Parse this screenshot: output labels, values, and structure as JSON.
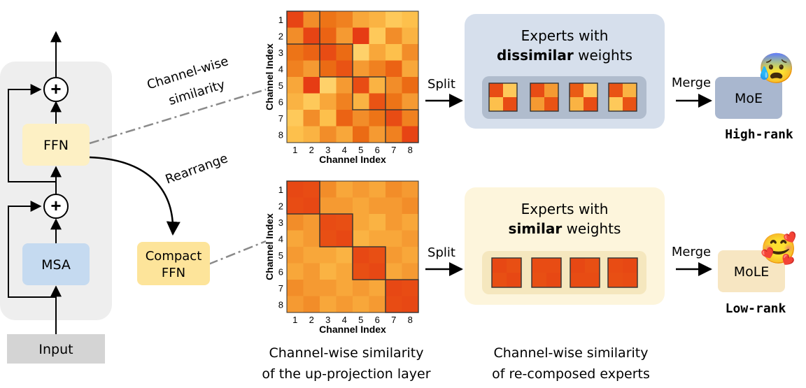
{
  "block": {
    "input_label": "Input",
    "msa_label": "MSA",
    "ffn_label": "FFN",
    "add_symbol": "+"
  },
  "arrows": {
    "rearrange": "Rearrange",
    "channel_sim_line1": "Channel-wise",
    "channel_sim_line2": "similarity",
    "split": "Split",
    "merge": "Merge"
  },
  "compact_ffn": {
    "line1": "Compact",
    "line2": "FFN"
  },
  "heatmaps": {
    "axis_label": "Channel Index",
    "ticks": [
      "1",
      "2",
      "3",
      "4",
      "5",
      "6",
      "7",
      "8"
    ],
    "top": {
      "grid": [
        [
          0.95,
          0.55,
          0.65,
          0.6,
          0.45,
          0.4,
          0.3,
          0.35
        ],
        [
          0.55,
          0.95,
          0.75,
          0.5,
          1.0,
          0.3,
          0.55,
          0.4
        ],
        [
          0.65,
          0.75,
          0.9,
          0.7,
          0.25,
          0.45,
          0.35,
          0.55
        ],
        [
          0.6,
          0.5,
          0.7,
          0.85,
          0.5,
          0.6,
          0.75,
          0.45
        ],
        [
          0.45,
          1.0,
          0.25,
          0.5,
          0.9,
          0.4,
          0.55,
          0.7
        ],
        [
          0.4,
          0.3,
          0.45,
          0.6,
          0.4,
          0.85,
          0.65,
          0.5
        ],
        [
          0.3,
          0.55,
          0.35,
          0.75,
          0.55,
          0.65,
          0.9,
          0.6
        ],
        [
          0.35,
          0.4,
          0.55,
          0.45,
          0.7,
          0.5,
          0.6,
          0.95
        ]
      ],
      "blocks": [
        [
          0,
          1
        ],
        [
          2,
          3
        ],
        [
          4,
          5
        ],
        [
          6,
          7
        ]
      ]
    },
    "bottom": {
      "grid": [
        [
          0.92,
          0.9,
          0.55,
          0.45,
          0.5,
          0.45,
          0.55,
          0.5
        ],
        [
          0.9,
          0.92,
          0.5,
          0.5,
          0.45,
          0.5,
          0.5,
          0.55
        ],
        [
          0.55,
          0.5,
          0.9,
          0.88,
          0.45,
          0.4,
          0.5,
          0.45
        ],
        [
          0.45,
          0.5,
          0.88,
          0.92,
          0.4,
          0.45,
          0.45,
          0.5
        ],
        [
          0.5,
          0.45,
          0.45,
          0.4,
          0.92,
          0.88,
          0.5,
          0.45
        ],
        [
          0.45,
          0.5,
          0.4,
          0.45,
          0.88,
          0.92,
          0.45,
          0.5
        ],
        [
          0.55,
          0.5,
          0.5,
          0.45,
          0.5,
          0.45,
          0.92,
          0.9
        ],
        [
          0.5,
          0.55,
          0.45,
          0.5,
          0.45,
          0.5,
          0.9,
          0.92
        ]
      ],
      "blocks": [
        [
          0,
          1
        ],
        [
          2,
          3
        ],
        [
          4,
          5
        ],
        [
          6,
          7
        ]
      ]
    }
  },
  "experts_top": {
    "line1": "Experts with",
    "bold_word": "dissimilar",
    "rest": " weights"
  },
  "experts_bottom": {
    "line1": "Experts with",
    "bold_word": "similar",
    "rest": " weights"
  },
  "moe": {
    "label": "MoE",
    "rank": "High-rank",
    "emoji": "😰"
  },
  "mole": {
    "label": "MoLE",
    "rank": "Low-rank",
    "emoji": "🥰"
  },
  "captions": {
    "left_line1": "Channel-wise similarity",
    "left_line2": "of the up-projection layer",
    "right_line1": "Channel-wise similarity",
    "right_line2": "of re-composed experts"
  },
  "colors": {
    "block_bg": "#eeeeee",
    "ffn_fill": "#fdf0c4",
    "msa_fill": "#c5daf0",
    "input_fill": "#d4d4d4",
    "compact_fill": "#fde49a",
    "top_panel": "#d6dfec",
    "top_inner": "#b0bccd",
    "bottom_panel": "#fdf5dc",
    "bottom_inner": "#f5e7be",
    "moe_fill": "#a9b7cf",
    "mole_fill": "#f7e6c2"
  }
}
